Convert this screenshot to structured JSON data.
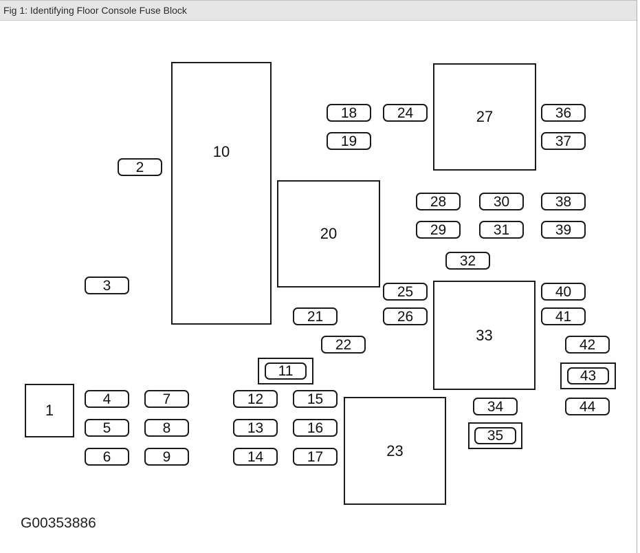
{
  "window": {
    "title": "Fig 1: Identifying Floor Console Fuse Block"
  },
  "figure": {
    "reference_code": "G00353886"
  },
  "blocks": {
    "b1": "1",
    "b10": "10",
    "b20": "20",
    "b23": "23",
    "b27": "27",
    "b33": "33"
  },
  "fuses": {
    "f2": "2",
    "f3": "3",
    "f4": "4",
    "f5": "5",
    "f6": "6",
    "f7": "7",
    "f8": "8",
    "f9": "9",
    "f11": "11",
    "f12": "12",
    "f13": "13",
    "f14": "14",
    "f15": "15",
    "f16": "16",
    "f17": "17",
    "f18": "18",
    "f19": "19",
    "f21": "21",
    "f22": "22",
    "f24": "24",
    "f25": "25",
    "f26": "26",
    "f28": "28",
    "f29": "29",
    "f30": "30",
    "f31": "31",
    "f32": "32",
    "f34": "34",
    "f35": "35",
    "f36": "36",
    "f37": "37",
    "f38": "38",
    "f39": "39",
    "f40": "40",
    "f41": "41",
    "f42": "42",
    "f43": "43",
    "f44": "44"
  }
}
